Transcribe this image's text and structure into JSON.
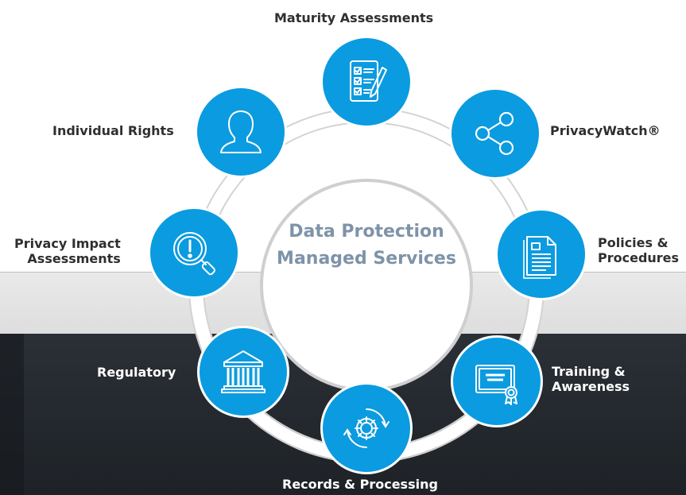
{
  "center": {
    "line1": "Data Protection",
    "line2": "Managed Services"
  },
  "services": {
    "maturity": {
      "label": "Maturity Assessments"
    },
    "privacywatch": {
      "label": "PrivacyWatch®"
    },
    "policies": {
      "line1": "Policies &",
      "line2": "Procedures"
    },
    "training": {
      "line1": "Training &",
      "line2": "Awareness"
    },
    "records": {
      "label": "Records & Processing"
    },
    "regulatory": {
      "label": "Regulatory"
    },
    "pia": {
      "line1": "Privacy Impact",
      "line2": "Assessments"
    },
    "rights": {
      "label": "Individual Rights"
    }
  },
  "colors": {
    "node": "#0b9be0",
    "center_text": "#7e93a8",
    "ring": "#d2d2d3"
  },
  "icons": [
    "checklist-icon",
    "share-icon",
    "document-icon",
    "certificate-icon",
    "cycle-gear-icon",
    "building-icon",
    "magnifier-alert-icon",
    "person-icon"
  ]
}
